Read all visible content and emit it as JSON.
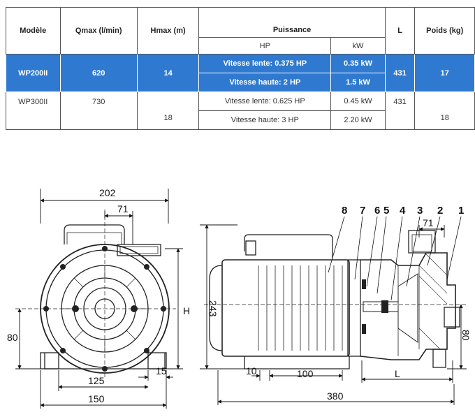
{
  "table": {
    "headers": {
      "model": "Modèle",
      "qmax": "Qmax (l/min)",
      "hmax": "Hmax (m)",
      "power": "Puissance",
      "hp": "HP",
      "kw": "kW",
      "length": "L",
      "weight": "Poids (kg)"
    },
    "rows": [
      {
        "model": "WP200II",
        "qmax": "620",
        "hmax": "14",
        "hp_low": "Vitesse lente: 0.375 HP",
        "kw_low": "0.35 kW",
        "hp_high": "Vitesse haute: 2 HP",
        "kw_high": "1.5 kW",
        "length": "431",
        "weight": "17"
      },
      {
        "model": "WP300II",
        "qmax": "730",
        "hmax": "18",
        "hp_low": "Vitesse lente: 0.625 HP",
        "kw_low": "0.45 kW",
        "hp_high": "Vitesse haute: 3 HP",
        "kw_high": "2.20 kW",
        "length": "431",
        "weight": "18"
      }
    ],
    "highlight_color": "#2f7ad0"
  },
  "front_view": {
    "dim_width_top": "202",
    "dim_outlet": "71",
    "dim_height_label": "H",
    "dim_center_height": "80",
    "dim_foot_thickness": "15",
    "dim_foot_inner": "125",
    "dim_foot_outer": "150"
  },
  "side_view": {
    "part_numbers": [
      "8",
      "7",
      "6",
      "5",
      "4",
      "3",
      "2",
      "1"
    ],
    "dim_height": "243",
    "dim_outlet": "71",
    "dim_center_height": "80",
    "dim_foot_gap": "10",
    "dim_foot_span": "100",
    "dim_length_label": "L",
    "dim_total_length": "380"
  }
}
